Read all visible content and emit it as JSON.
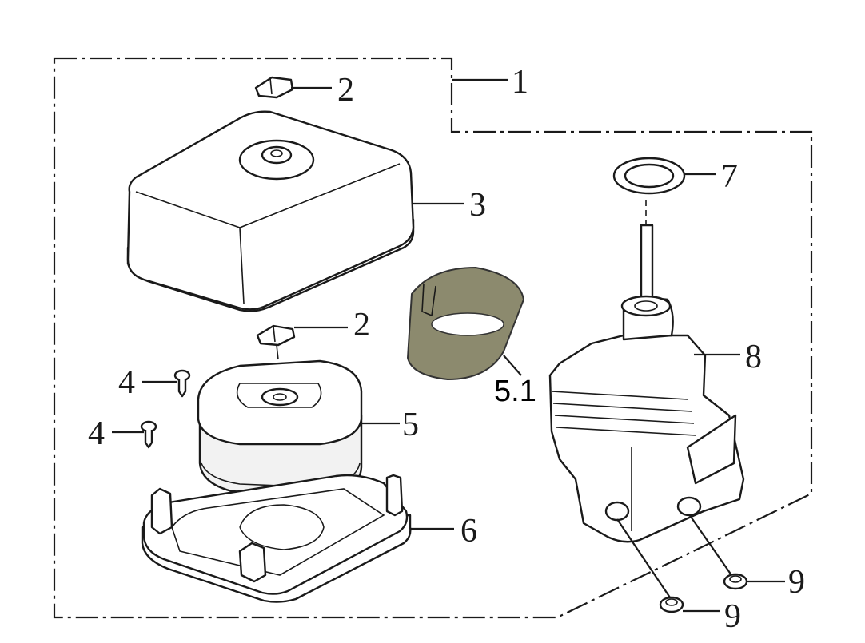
{
  "callouts": {
    "c1": "1",
    "c2a": "2",
    "c2b": "2",
    "c3": "3",
    "c4a": "4",
    "c4b": "4",
    "c5": "5",
    "c51": "5.1",
    "c6": "6",
    "c7": "7",
    "c8": "8",
    "c9a": "9",
    "c9b": "9"
  },
  "colors": {
    "line": "#1a1a1a",
    "foam_sleeve": "#8c8a6e",
    "background": "#ffffff"
  }
}
